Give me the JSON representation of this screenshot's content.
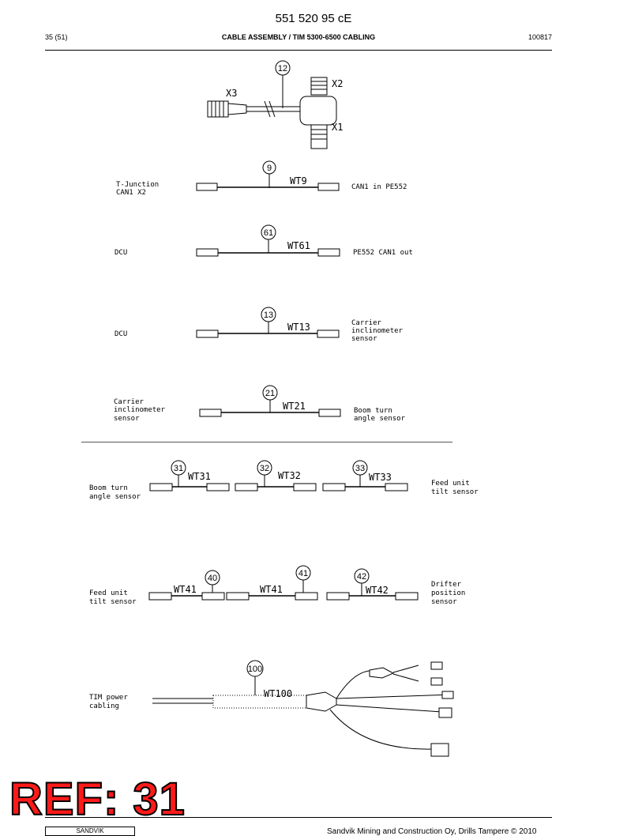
{
  "header": {
    "doc_number": "551 520 95 cE",
    "page": "35 (51)",
    "title": "CABLE ASSEMBLY / TIM 5300-6500 CABLING",
    "date": "100817"
  },
  "footer": {
    "copyright": "Sandvik Mining and Construction Oy, Drills Tampere © 2010",
    "logo_text": "SANDVIK"
  },
  "stamp": {
    "text": "REF: 31"
  },
  "tjunction": {
    "item": "12",
    "x3": "X3",
    "x2": "X2",
    "x1": "X1"
  },
  "cables": {
    "wt9": {
      "item": "9",
      "code": "WT9",
      "left": [
        "T-Junction",
        "CAN1 X2"
      ],
      "right": [
        "CAN1 in PE552"
      ]
    },
    "wt61": {
      "item": "61",
      "code": "WT61",
      "left": [
        "DCU"
      ],
      "right": [
        "PE552 CAN1 out"
      ]
    },
    "wt13": {
      "item": "13",
      "code": "WT13",
      "left": [
        "DCU"
      ],
      "right": [
        "Carrier",
        "inclinometer",
        "sensor"
      ]
    },
    "wt21": {
      "item": "21",
      "code": "WT21",
      "left": [
        "Carrier",
        "inclinometer",
        "sensor"
      ],
      "right": [
        "Boom turn",
        "angle sensor"
      ]
    }
  },
  "row31": {
    "left": [
      "Boom turn",
      "angle sensor"
    ],
    "right": [
      "Feed unit",
      "tilt sensor"
    ],
    "items": [
      {
        "item": "31",
        "code": "WT31"
      },
      {
        "item": "32",
        "code": "WT32"
      },
      {
        "item": "33",
        "code": "WT33"
      }
    ]
  },
  "row40": {
    "left": [
      "Feed unit",
      "tilt sensor"
    ],
    "right": [
      "Drifter",
      "position",
      "sensor"
    ],
    "items": [
      {
        "item": "40",
        "code": "WT41"
      },
      {
        "item": "41",
        "code": "WT41"
      },
      {
        "item": "42",
        "code": "WT42"
      }
    ]
  },
  "power": {
    "item": "100",
    "code": "WT100",
    "left": [
      "TIM power",
      "cabling"
    ]
  }
}
